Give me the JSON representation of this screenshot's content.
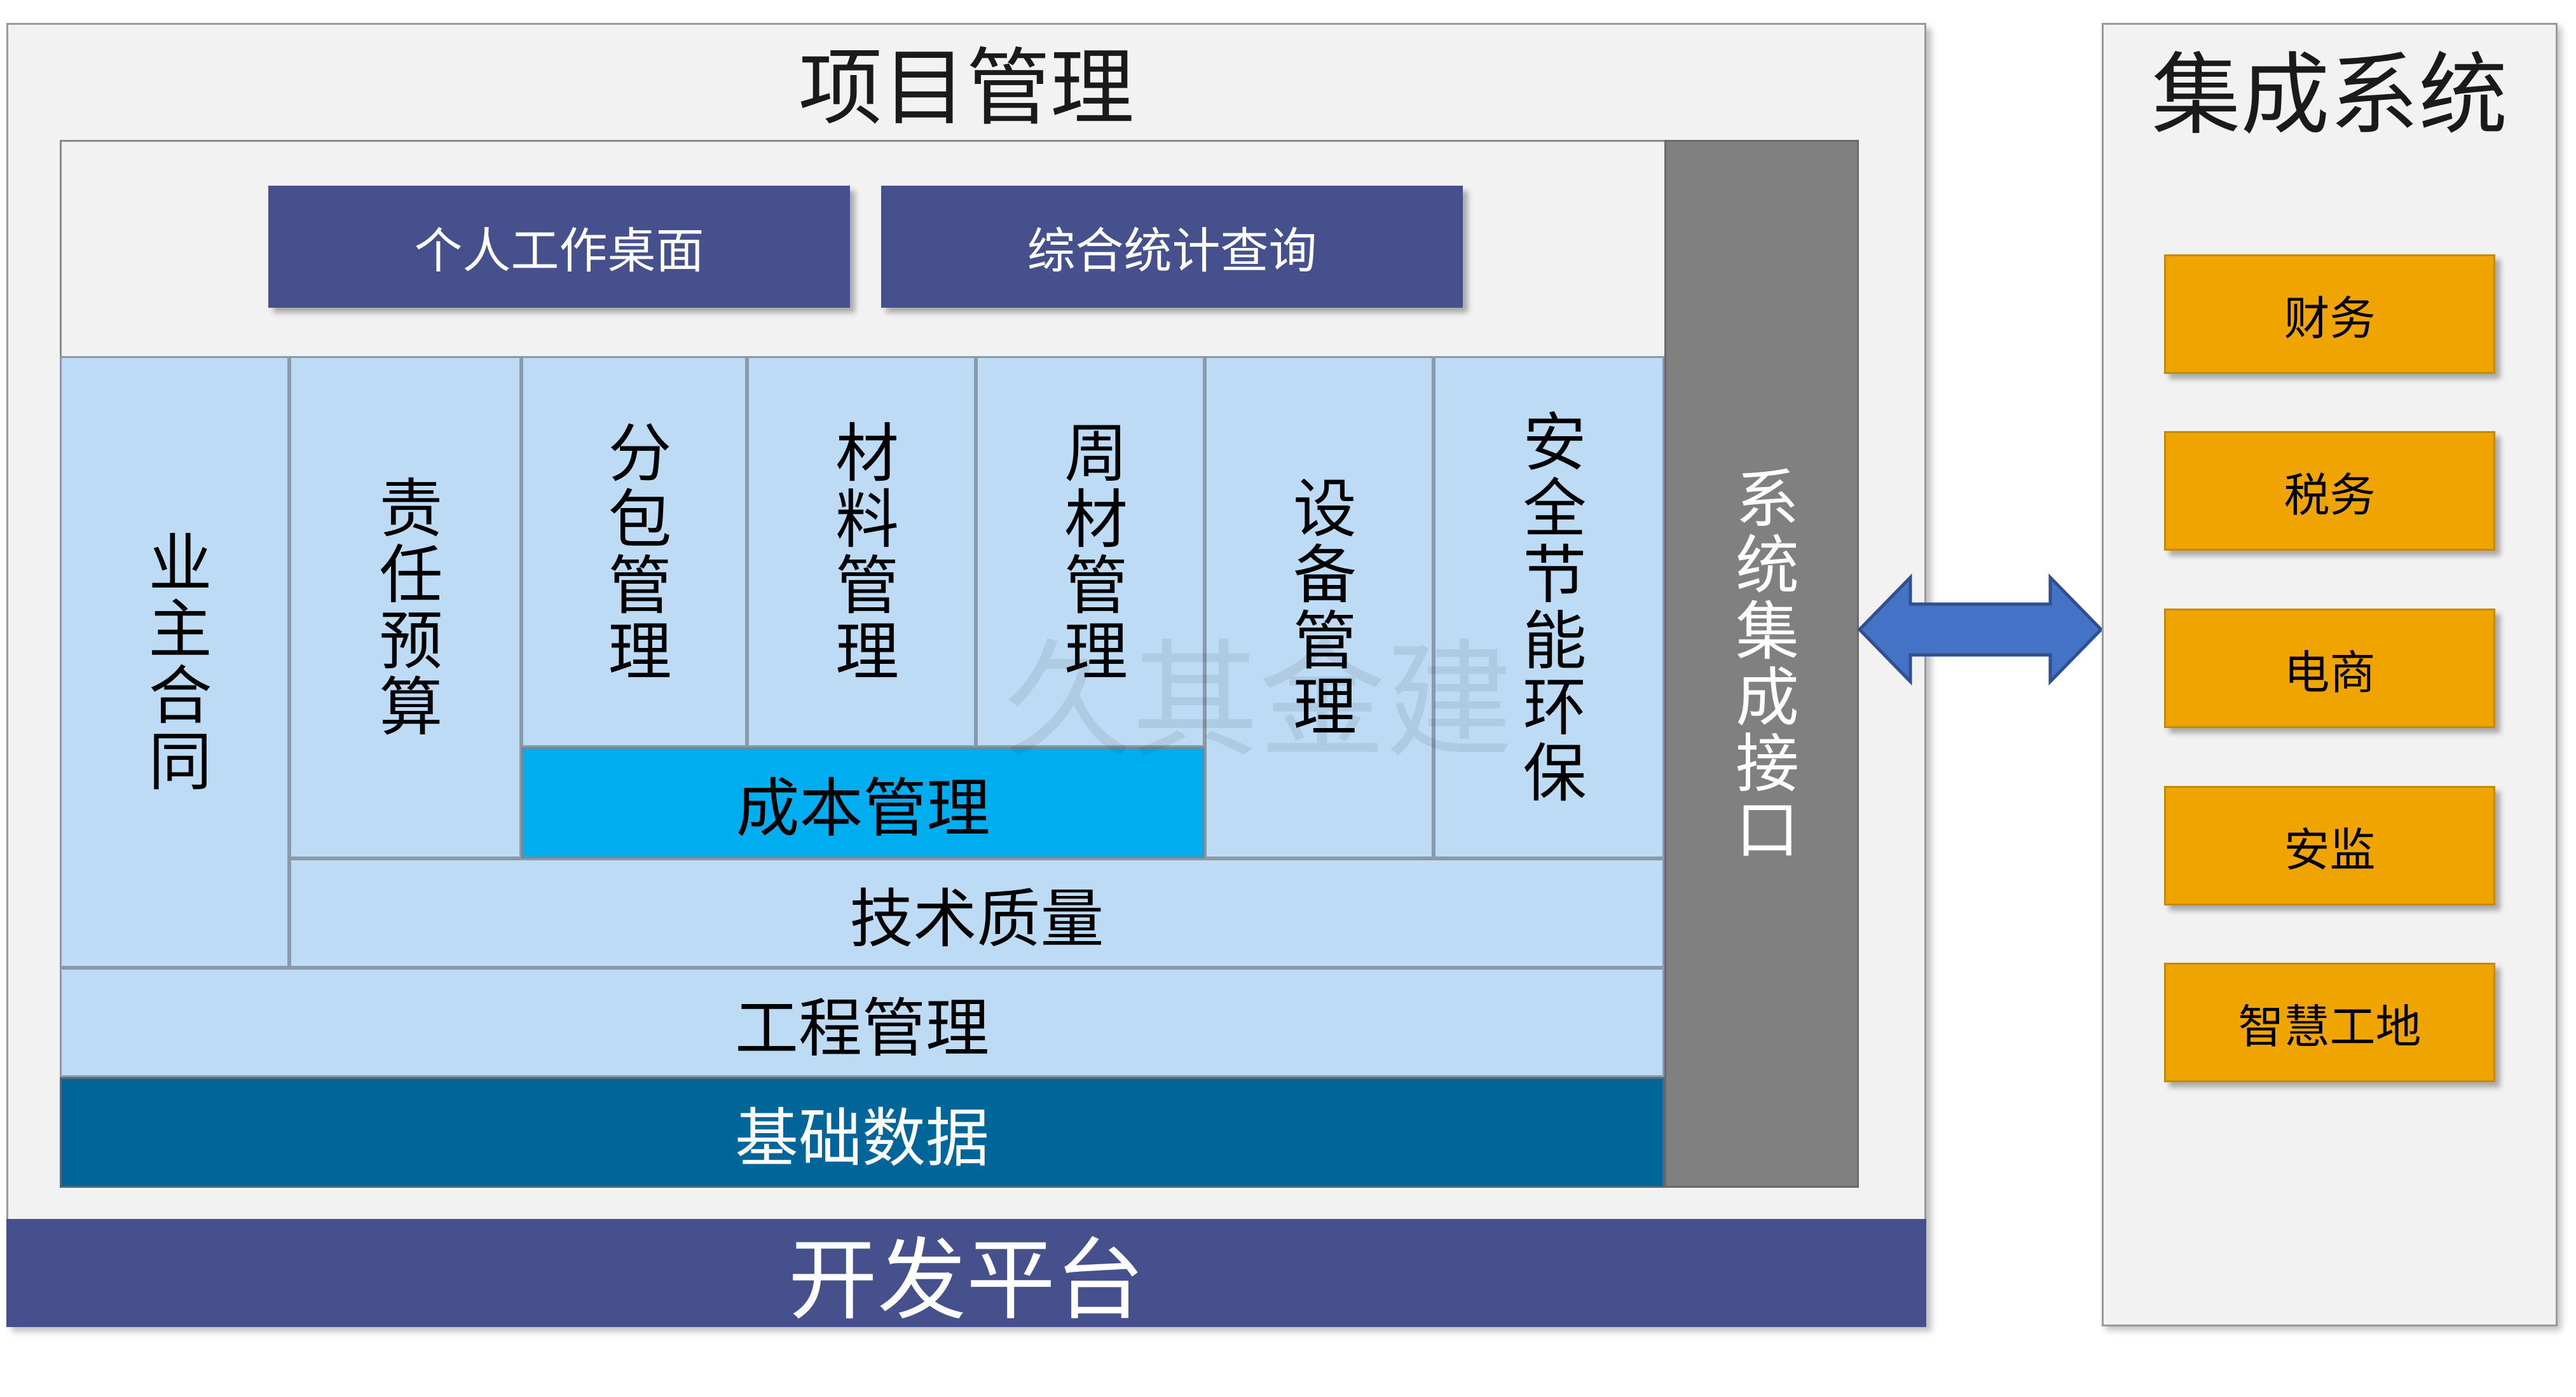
{
  "project_management": {
    "title": "项目管理",
    "top_buttons": [
      "个人工作桌面",
      "综合统计查询"
    ],
    "modules": {
      "owner_contract": "业主合同",
      "responsibility_budget": "责任预算",
      "subcontract_mgmt": "分包管理",
      "material_mgmt": "材料管理",
      "turnover_material_mgmt": "周材管理",
      "equipment_mgmt": "设备管理",
      "safety_env": "安全节能环保",
      "cost_mgmt": "成本管理",
      "tech_quality": "技术质量",
      "engineering_mgmt": "工程管理",
      "base_data": "基础数据"
    },
    "interface": "系统集成接口"
  },
  "dev_platform": "开发平台",
  "integration": {
    "title": "集成系统",
    "items": [
      "财务",
      "税务",
      "电商",
      "安监",
      "智慧工地"
    ]
  },
  "watermark": "久其金建",
  "colors": {
    "navy": "#46508c",
    "light_blue": "#bddbf5",
    "cyan": "#00aeef",
    "dark_teal": "#006699",
    "gray": "#808080",
    "orange": "#efa400",
    "arrow": "#4472c4"
  }
}
